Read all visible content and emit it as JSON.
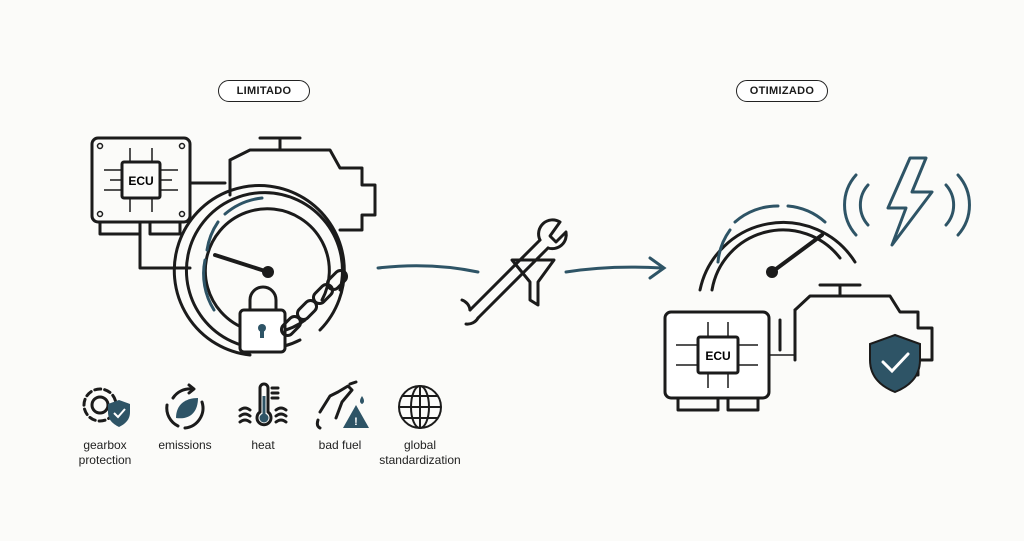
{
  "left_panel": {
    "title": "LIMITADO",
    "ecu_label": "ECU"
  },
  "right_panel": {
    "title": "OTIMIZADO",
    "ecu_label": "ECU"
  },
  "factors": [
    {
      "icon": "gear-shield-icon",
      "label_lines": [
        "gearbox",
        "protection"
      ]
    },
    {
      "icon": "leaf-cycle-icon",
      "label_lines": [
        "emissions"
      ]
    },
    {
      "icon": "thermometer-icon",
      "label_lines": [
        "heat"
      ]
    },
    {
      "icon": "fuel-nozzle-warning-icon",
      "label_lines": [
        "bad fuel"
      ]
    },
    {
      "icon": "globe-icon",
      "label_lines": [
        "global",
        "standardization"
      ]
    }
  ],
  "colors": {
    "accent": "#2e5466",
    "ink": "#1b1b1b",
    "background": "#fbfbf9"
  }
}
